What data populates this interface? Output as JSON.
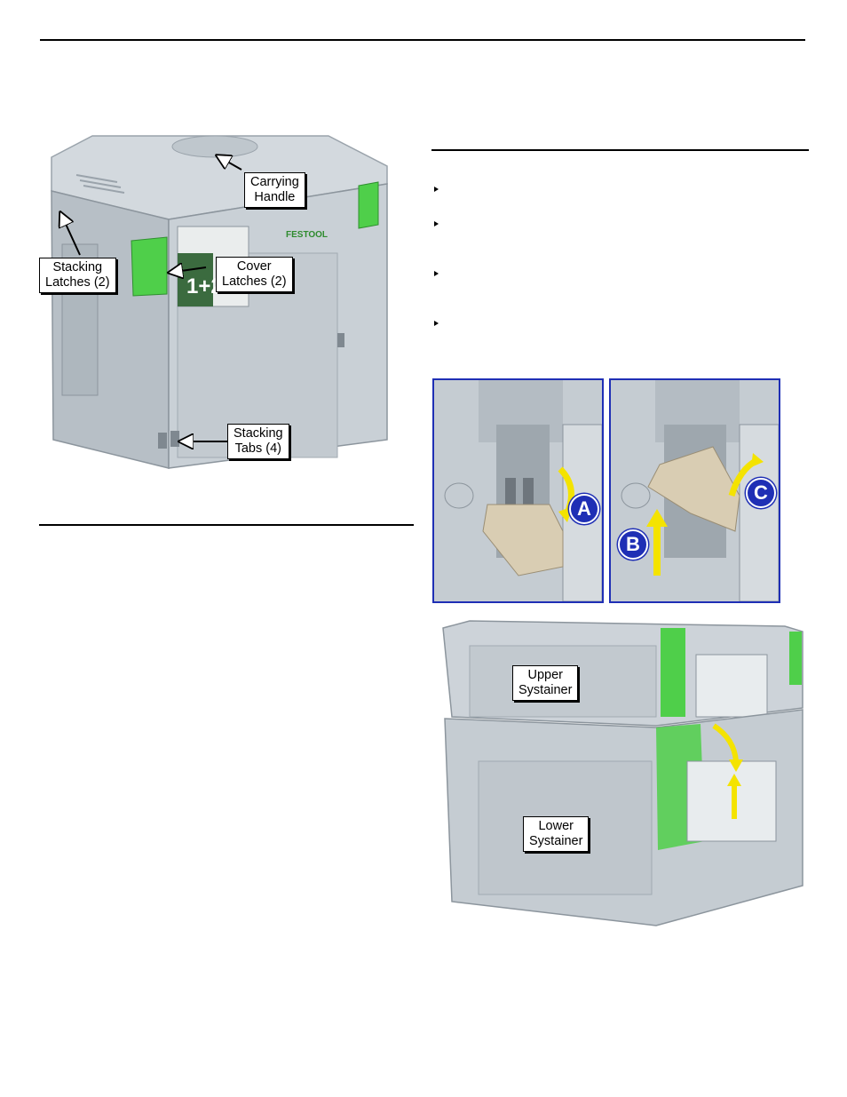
{
  "figure_top": {
    "callouts": {
      "carrying_handle": [
        "Carrying",
        "Handle"
      ],
      "stacking_latches": [
        "Stacking",
        "Latches (2)"
      ],
      "cover_latches": [
        "Cover",
        "Latches (2)"
      ],
      "stacking_tabs": [
        "Stacking",
        "Tabs (4)"
      ]
    },
    "product_logo": "FESTOOL",
    "size_label": "1+2"
  },
  "figure_latch_steps": {
    "steps": [
      "A",
      "B",
      "C"
    ]
  },
  "figure_stack": {
    "callouts": {
      "upper": [
        "Upper",
        "Systainer"
      ],
      "lower": [
        "Lower",
        "Systainer"
      ]
    }
  },
  "colors": {
    "case_gray": "#c9d0d6",
    "latch_green": "#4fcf4a",
    "frame_blue": "#1f2fb5",
    "arrow_yellow": "#f4e300"
  }
}
